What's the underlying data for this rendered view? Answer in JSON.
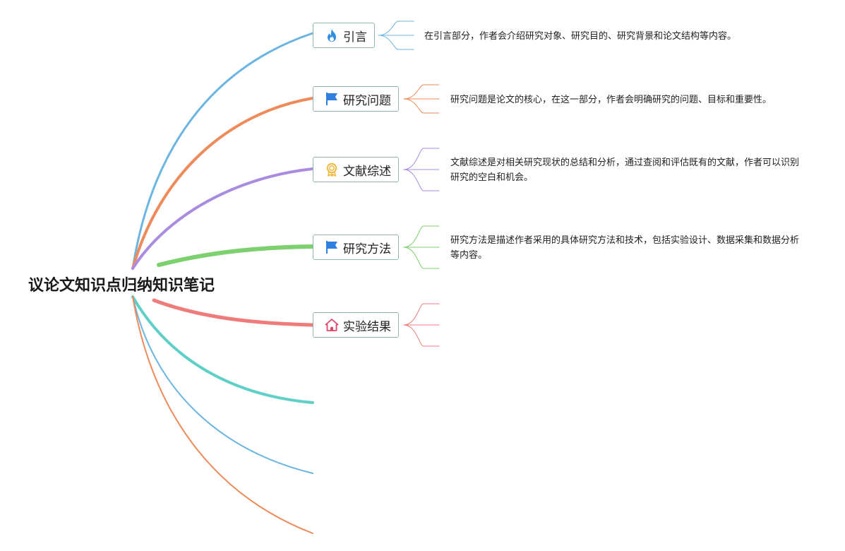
{
  "root": {
    "title": "议论文知识点归纳知识笔记"
  },
  "branches": [
    {
      "label": "引言",
      "icon": "fire-icon",
      "color": "#6bb5e0",
      "description": "在引言部分，作者会介绍研究对象、研究目的、研究背景和论文结构等内容。"
    },
    {
      "label": "研究问题",
      "icon": "flag-icon",
      "color": "#ef8a5a",
      "description": "研究问题是论文的核心，在这一部分，作者会明确研究的问题、目标和重要性。"
    },
    {
      "label": "文献综述",
      "icon": "award-icon",
      "color": "#a98be0",
      "description": "文献综述是对相关研究现状的总结和分析，通过查阅和评估既有的文献，作者可以识别研究的空白和机会。"
    },
    {
      "label": "研究方法",
      "icon": "flag-icon",
      "color": "#7dd06e",
      "description": "研究方法是描述作者采用的具体研究方法和技术，包括实验设计、数据采集和数据分析等内容。"
    },
    {
      "label": "实验结果",
      "icon": "home-icon",
      "color": "#ef7b7b",
      "description": ""
    }
  ],
  "extra_branch_colors": [
    "#5fd0c8",
    "#6bb5e0",
    "#ef8a5a"
  ],
  "colors": {
    "node_border": "#8fb6ae",
    "fire_icon": "#2f8ee0",
    "flag_icon": "#2f7fe0",
    "award_icon": "#f2b535",
    "home_icon": "#e0456a"
  }
}
